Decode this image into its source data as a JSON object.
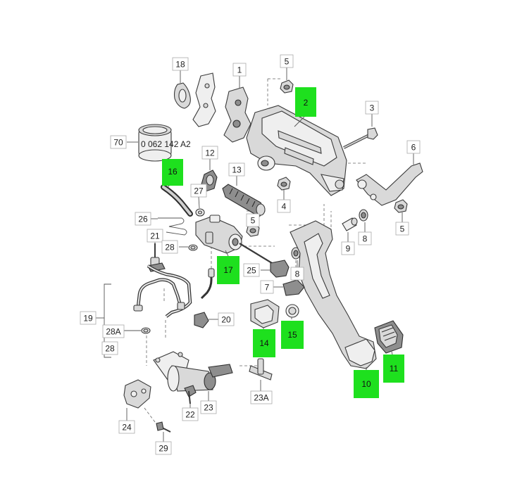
{
  "callouts": [
    {
      "id": "c1",
      "text": "1",
      "highlight": false
    },
    {
      "id": "c2",
      "text": "2",
      "highlight": true
    },
    {
      "id": "c3",
      "text": "3",
      "highlight": false
    },
    {
      "id": "c4",
      "text": "4",
      "highlight": false
    },
    {
      "id": "c5a",
      "text": "5",
      "highlight": false
    },
    {
      "id": "c5b",
      "text": "5",
      "highlight": false
    },
    {
      "id": "c5c",
      "text": "5",
      "highlight": false
    },
    {
      "id": "c6",
      "text": "6",
      "highlight": false
    },
    {
      "id": "c7",
      "text": "7",
      "highlight": false
    },
    {
      "id": "c8a",
      "text": "8",
      "highlight": false
    },
    {
      "id": "c8b",
      "text": "8",
      "highlight": false
    },
    {
      "id": "c9",
      "text": "9",
      "highlight": false
    },
    {
      "id": "c10",
      "text": "10",
      "highlight": true
    },
    {
      "id": "c11",
      "text": "11",
      "highlight": true
    },
    {
      "id": "c12",
      "text": "12",
      "highlight": false
    },
    {
      "id": "c13",
      "text": "13",
      "highlight": false
    },
    {
      "id": "c14",
      "text": "14",
      "highlight": true
    },
    {
      "id": "c15",
      "text": "15",
      "highlight": true
    },
    {
      "id": "c16",
      "text": "16",
      "highlight": true
    },
    {
      "id": "c17",
      "text": "17",
      "highlight": true
    },
    {
      "id": "c18",
      "text": "18",
      "highlight": false
    },
    {
      "id": "c19",
      "text": "19",
      "highlight": false
    },
    {
      "id": "c20",
      "text": "20",
      "highlight": false
    },
    {
      "id": "c21",
      "text": "21",
      "highlight": false
    },
    {
      "id": "c22",
      "text": "22",
      "highlight": false
    },
    {
      "id": "c23",
      "text": "23",
      "highlight": false
    },
    {
      "id": "c23a",
      "text": "23A",
      "highlight": false
    },
    {
      "id": "c24",
      "text": "24",
      "highlight": false
    },
    {
      "id": "c25",
      "text": "25",
      "highlight": false
    },
    {
      "id": "c26",
      "text": "26",
      "highlight": false
    },
    {
      "id": "c27",
      "text": "27",
      "highlight": false
    },
    {
      "id": "c28",
      "text": "28",
      "highlight": false
    },
    {
      "id": "c28b",
      "text": "28",
      "highlight": false
    },
    {
      "id": "c28a",
      "text": "28A",
      "highlight": false
    },
    {
      "id": "c29",
      "text": "29",
      "highlight": false
    },
    {
      "id": "c70",
      "text": "70",
      "highlight": false
    }
  ],
  "part_marking": "0 062 142 A2",
  "colors": {
    "highlight": "#1ee01e",
    "line": "#3a3a3a",
    "part_fill": "#d9d9d9",
    "background": "#ffffff"
  }
}
